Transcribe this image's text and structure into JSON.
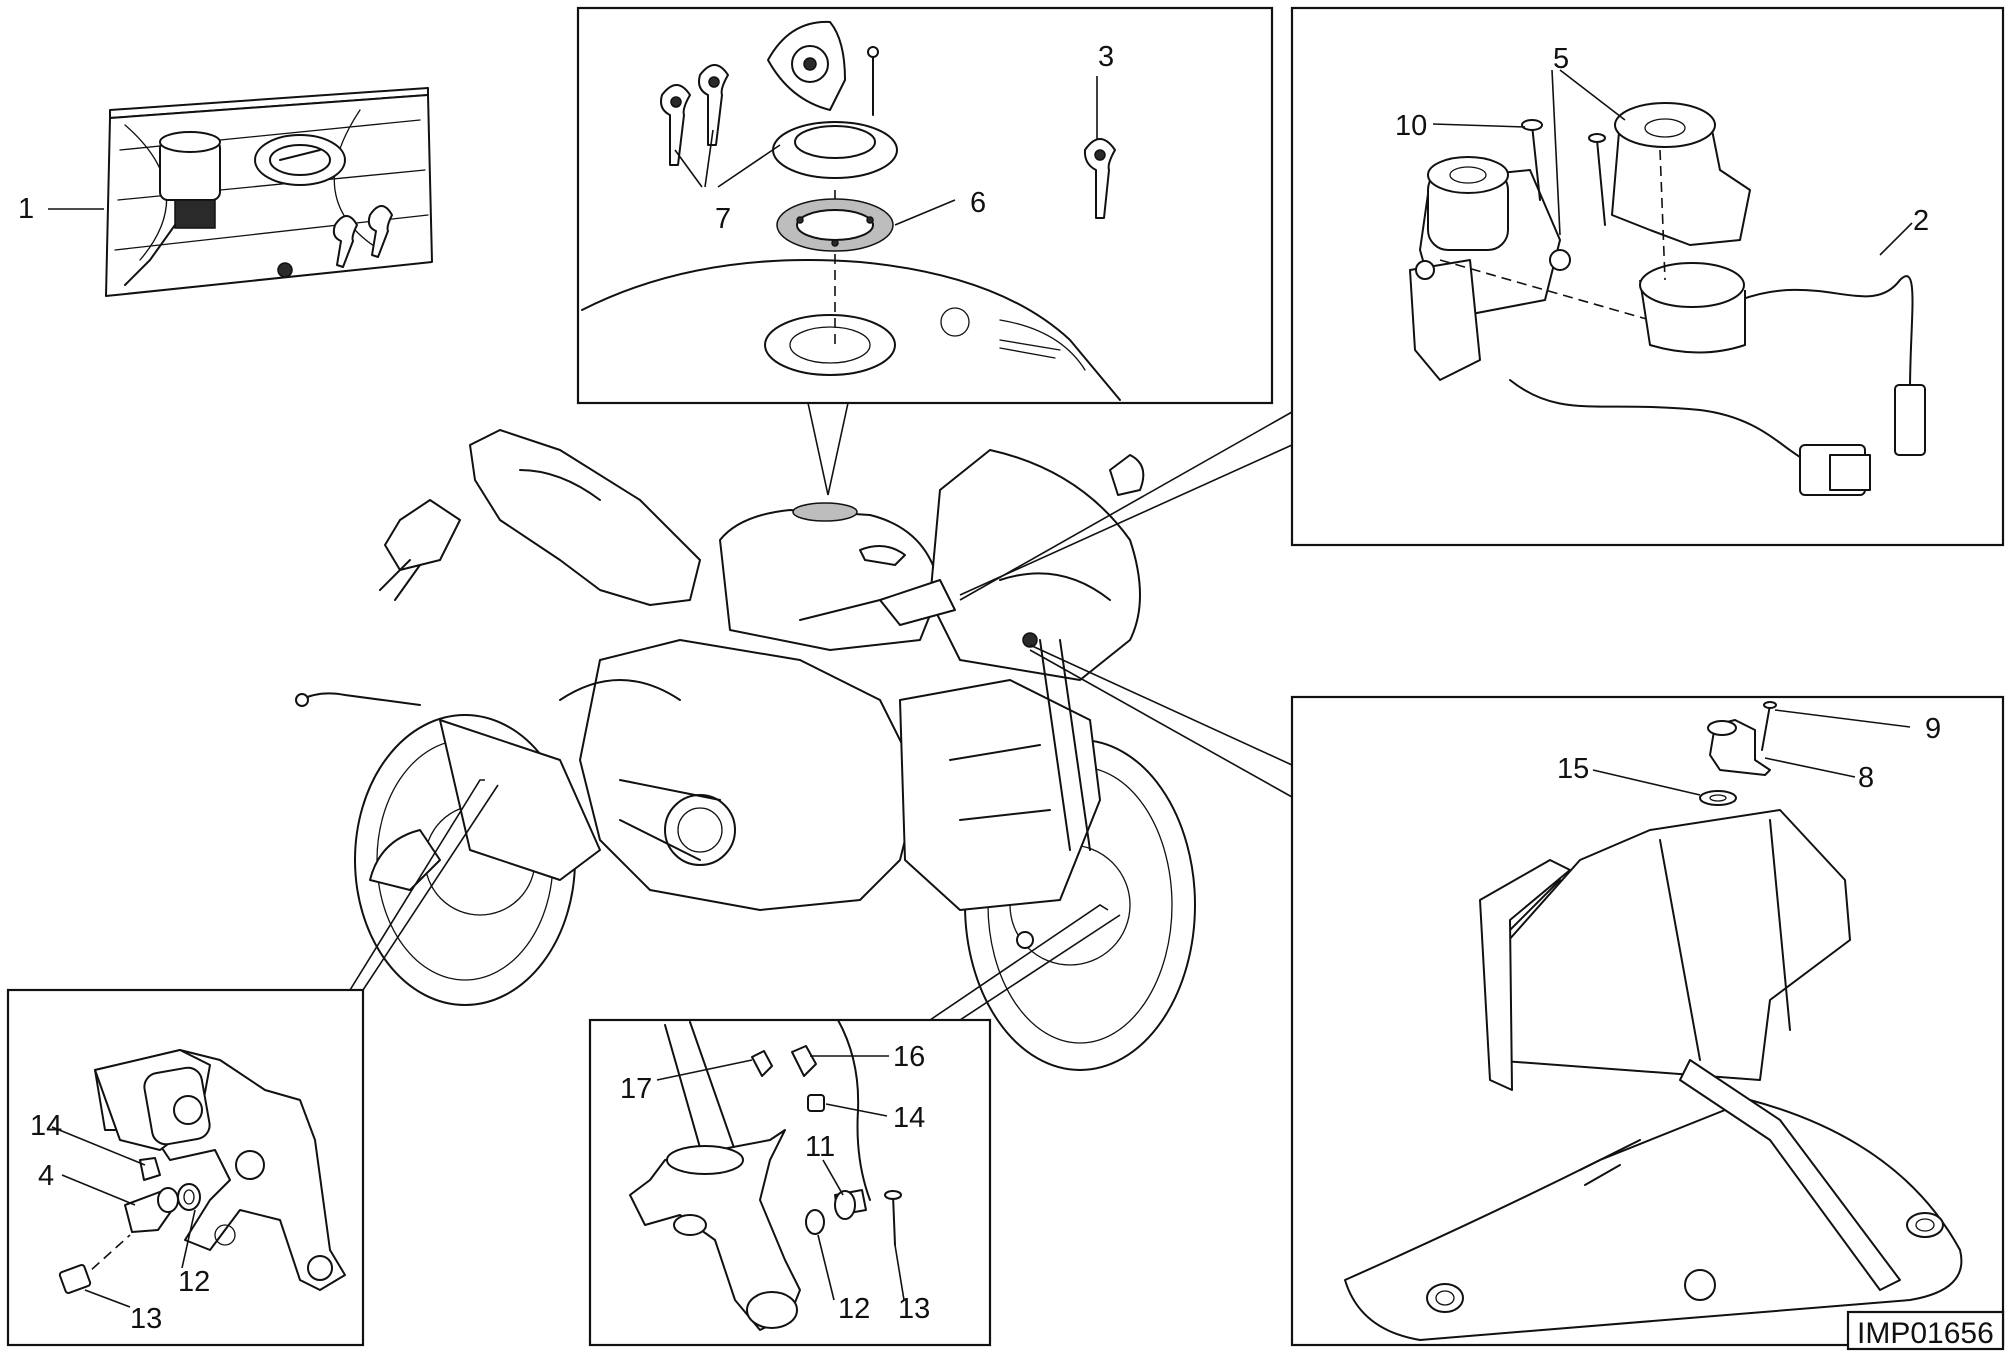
{
  "drawing": {
    "code": "IMP01656",
    "part_labels": [
      {
        "id": "label-1",
        "text": "1"
      },
      {
        "id": "label-2",
        "text": "2"
      },
      {
        "id": "label-3",
        "text": "3"
      },
      {
        "id": "label-4",
        "text": "4"
      },
      {
        "id": "label-5",
        "text": "5"
      },
      {
        "id": "label-6",
        "text": "6"
      },
      {
        "id": "label-7",
        "text": "7"
      },
      {
        "id": "label-8",
        "text": "8"
      },
      {
        "id": "label-9",
        "text": "9"
      },
      {
        "id": "label-10",
        "text": "10"
      },
      {
        "id": "label-11",
        "text": "11"
      },
      {
        "id": "label-12a",
        "text": "12"
      },
      {
        "id": "label-12b",
        "text": "12"
      },
      {
        "id": "label-13a",
        "text": "13"
      },
      {
        "id": "label-13b",
        "text": "13"
      },
      {
        "id": "label-14a",
        "text": "14"
      },
      {
        "id": "label-14b",
        "text": "14"
      },
      {
        "id": "label-15",
        "text": "15"
      },
      {
        "id": "label-16",
        "text": "16"
      },
      {
        "id": "label-17",
        "text": "17"
      }
    ]
  }
}
